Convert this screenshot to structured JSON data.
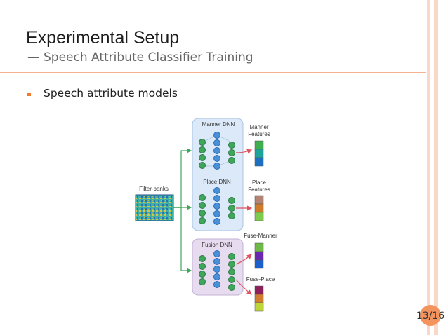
{
  "slide": {
    "title": "Experimental Setup",
    "subtitle": "Speech Attribute Classifier Training",
    "subtitle_dash": "—",
    "bullet": "Speech attribute models",
    "page_number": "13/16",
    "accent_color": "#f07b2e"
  },
  "diagram": {
    "input_label": "Filter-banks",
    "manner_dnn_label": "Manner DNN",
    "place_dnn_label": "Place DNN",
    "fusion_dnn_label": "Fusion DNN",
    "manner_features_label": [
      "Manner",
      "Features"
    ],
    "place_features_label": [
      "Place",
      "Features"
    ],
    "fuse_manner_label": "Fuse-Manner",
    "fuse_place_label": "Fuse-Place",
    "manner_features_colors": [
      "#3fae4f",
      "#1ea39a",
      "#1d6fc2"
    ],
    "place_features_colors": [
      "#b58373",
      "#d07a2b",
      "#7ecb4e"
    ],
    "fuse_manner_colors": [
      "#6fba47",
      "#6a28b0",
      "#1a5fcc"
    ],
    "fuse_place_colors": [
      "#8c1f5c",
      "#d07d2f",
      "#bfd63b"
    ]
  }
}
